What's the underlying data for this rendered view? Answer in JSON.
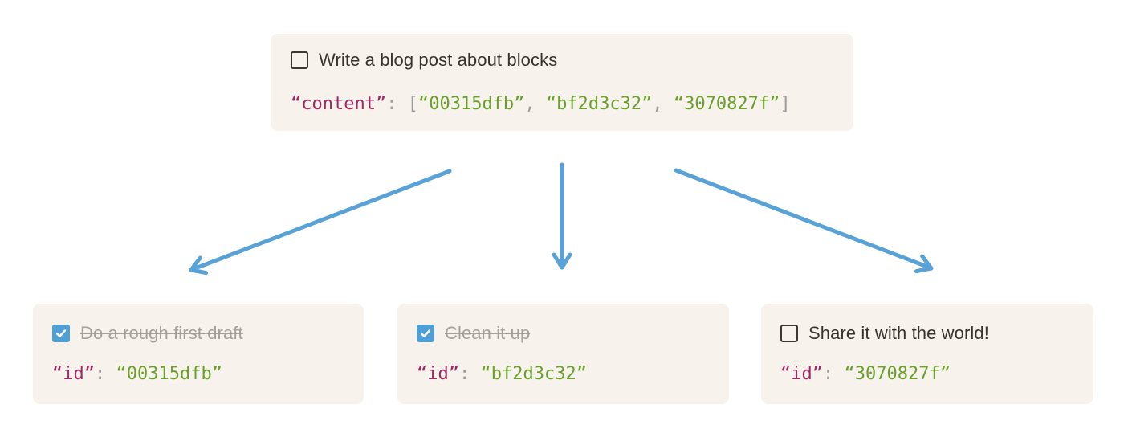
{
  "diagram": {
    "parent": {
      "label": "Write a blog post about blocks",
      "checked": false,
      "code": {
        "key": "“content”",
        "colon": ": ",
        "bracket_open": "[",
        "value_1": "“00315dfb”",
        "sep_1": ", ",
        "value_2": "“bf2d3c32”",
        "sep_2": ", ",
        "value_3": "“3070827f”",
        "bracket_close": "]"
      }
    },
    "children": [
      {
        "label": "Do a rough first draft",
        "checked": true,
        "code_key": "“id”",
        "code_colon": ": ",
        "code_value": "“00315dfb”"
      },
      {
        "label": "Clean it up",
        "checked": true,
        "code_key": "“id”",
        "code_colon": ": ",
        "code_value": "“bf2d3c32”"
      },
      {
        "label": "Share it with the world!",
        "checked": false,
        "code_key": "“id”",
        "code_colon": ": ",
        "code_value": "“3070827f”"
      }
    ],
    "colors": {
      "card_bg": "#f7f2eb",
      "text": "#37332d",
      "done_text": "#a5a19a",
      "checkbox_checked": "#4f9fd5",
      "code_key": "#a02963",
      "code_value": "#6a9f2d",
      "code_punct": "#9b9b9b",
      "arrow": "#58a2d8"
    }
  }
}
